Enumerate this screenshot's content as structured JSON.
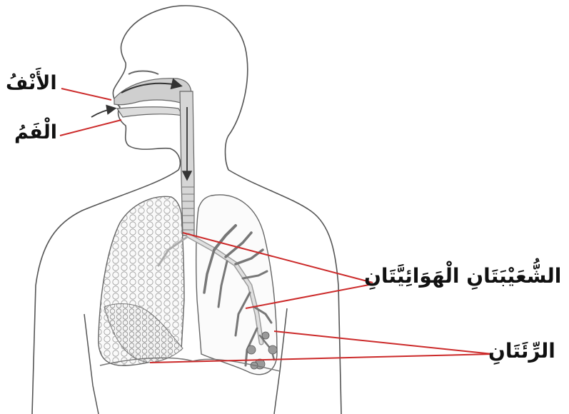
{
  "labels": {
    "nose": "الأَنْفُ",
    "mouth": "الْفَمُ",
    "bronchi": "الشُّعَيْبَتَانِ الْهَوَائِيَّتَانِ",
    "lungs": "الرِّئَتَانِ"
  },
  "colors": {
    "leader_line": "#cc2a2a",
    "outline": "#555555",
    "airway_fill": "#cfcfcf"
  }
}
